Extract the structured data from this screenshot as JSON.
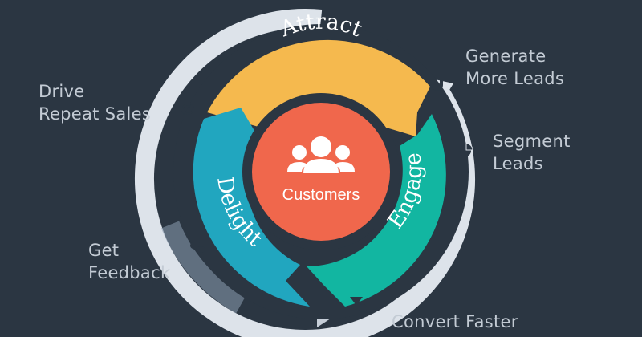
{
  "diagram": {
    "center": {
      "label": "Customers",
      "icon": "users-group-icon",
      "color": "#f0674c"
    },
    "stages": [
      {
        "id": "attract",
        "label": "Attract",
        "color": "#f5b94e"
      },
      {
        "id": "engage",
        "label": "Engage",
        "color": "#12b6a1"
      },
      {
        "id": "delight",
        "label": "Delight",
        "color": "#21a6bf"
      }
    ],
    "outer_ring_color": "#dde3ea",
    "outer_labels": {
      "generate_leads": {
        "line1": "Generate",
        "line2": "More Leads",
        "icon": "magnet-icon"
      },
      "segment_leads": {
        "line1": "Segment",
        "line2": "Leads",
        "icon": "pie-chart-icon"
      },
      "convert_faster": {
        "line1": "Convert Faster",
        "icon": "funnel-dollar-icon"
      },
      "get_feedback": {
        "line1": "Get",
        "line2": "Feedback",
        "icon": "chat-bubbles-icon"
      },
      "drive_repeat_sales": {
        "line1": "Drive",
        "line2": "Repeat Sales",
        "icon": "refresh-arrows-icon"
      }
    }
  }
}
